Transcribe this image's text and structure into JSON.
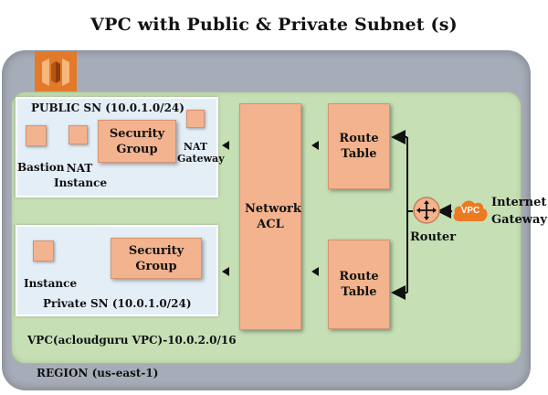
{
  "title": "VPC with Public & Private Subnet (s)",
  "region": {
    "label": "REGION (us-east-1)"
  },
  "vpc": {
    "label": "VPC(acloudguru VPC)-10.0.2.0/16"
  },
  "public_subnet": {
    "label": "PUBLIC SN (10.0.1.0/24)",
    "security_group": "Security Group",
    "bastion": "Bastion",
    "nat_instance": "NAT Instance",
    "nat_gateway": "NAT Gateway"
  },
  "private_subnet": {
    "label": "Private SN (10.0.1.0/24)",
    "security_group": "Security Group",
    "instance": "Instance"
  },
  "network_acl": "Network ACL",
  "route_table_1": "Route Table",
  "route_table_2": "Route Table",
  "router": "Router",
  "internet_gateway": {
    "badge": "VPC",
    "label": "Internet Gateway"
  },
  "colors": {
    "component": "#f3b38e",
    "vpc": "#c6dfb5",
    "region": "#a7adb8",
    "subnet": "#e4eef7",
    "cloud": "#ec7a22",
    "logo": "#e47c2c"
  }
}
